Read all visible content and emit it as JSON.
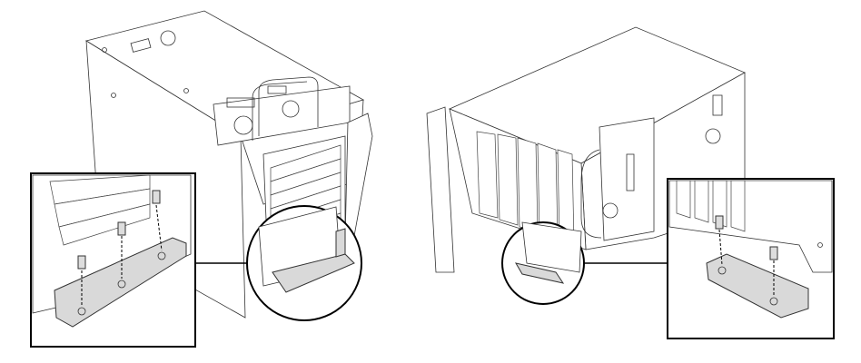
{
  "colors": {
    "line": "#333333",
    "callout": "#000000",
    "bracket_fill": "#d9d9d9",
    "background": "#ffffff"
  },
  "icons": [
    "device-left-view",
    "device-right-view",
    "screw-icon",
    "mounting-bracket"
  ]
}
